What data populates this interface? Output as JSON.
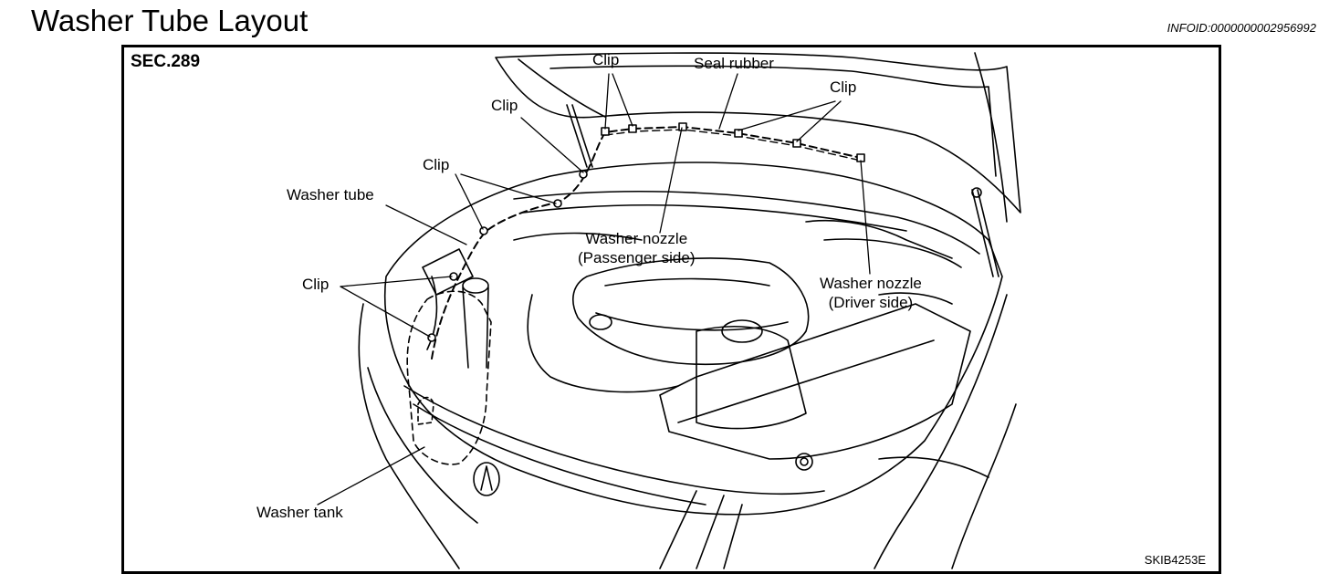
{
  "header": {
    "title": "Washer Tube Layout",
    "info_id": "INFOID:0000000002956992"
  },
  "figure": {
    "section": "SEC.289",
    "code": "SKIB4253E",
    "labels": {
      "clip_top": "Clip",
      "seal_rubber": "Seal rubber",
      "clip_right": "Clip",
      "clip_upper_left": "Clip",
      "clip_left": "Clip",
      "washer_tube": "Washer tube",
      "clip_lower": "Clip",
      "nozzle_pass_1": "Washer nozzle",
      "nozzle_pass_2": "(Passenger side)",
      "nozzle_drv_1": "Washer nozzle",
      "nozzle_drv_2": "(Driver side)",
      "washer_tank": "Washer tank"
    }
  }
}
